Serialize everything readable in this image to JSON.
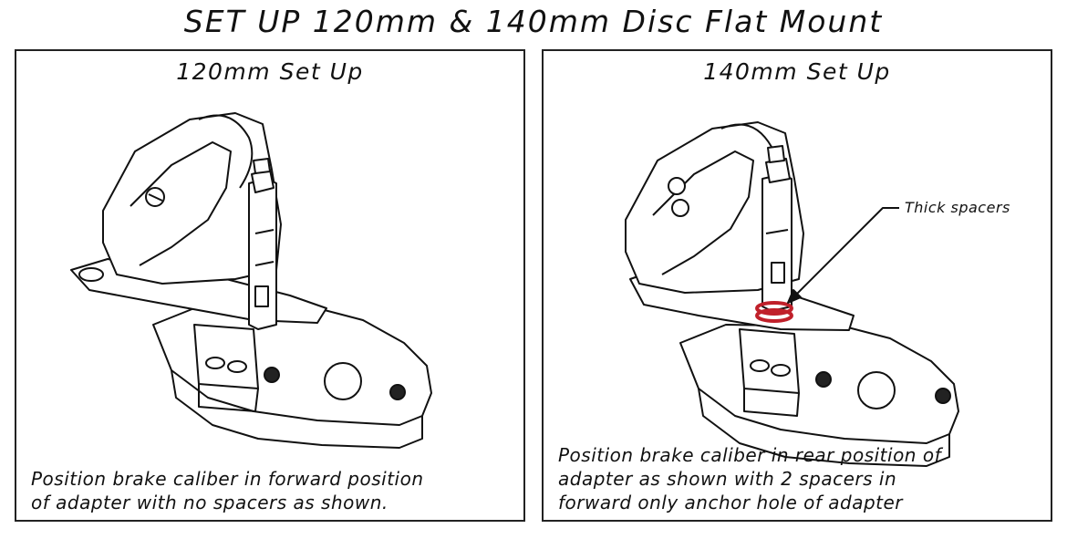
{
  "title": "SET UP 120mm & 140mm Disc Flat Mount",
  "panels": [
    {
      "title": "120mm Set Up",
      "caption_lines": [
        "Position brake caliber in forward position",
        "of adapter with no spacers as shown."
      ]
    },
    {
      "title": "140mm Set Up",
      "callout": "Thick spacers",
      "caption_lines": [
        "Position brake caliber in rear position of",
        "adapter as shown with 2 spacers in",
        "forward only anchor hole of adapter"
      ],
      "highlight_color": "#c0202a"
    }
  ]
}
